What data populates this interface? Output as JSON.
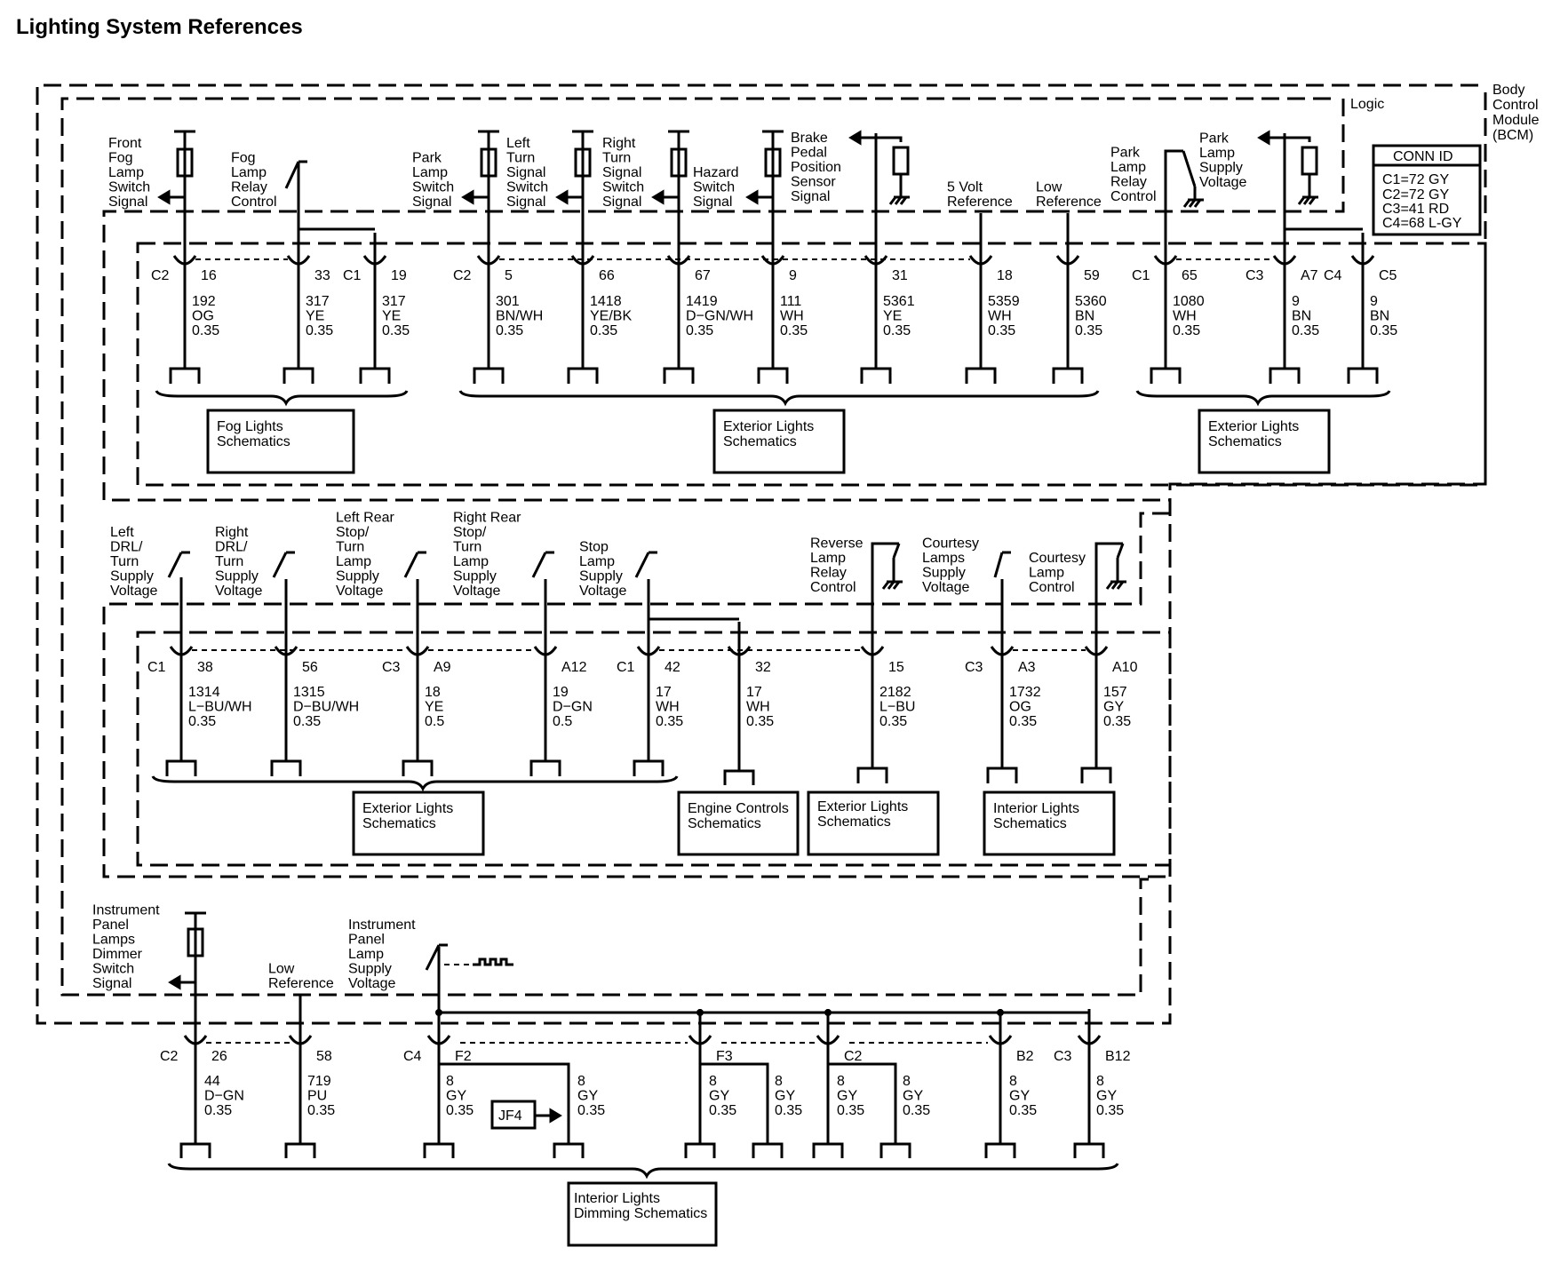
{
  "title": "Lighting System References",
  "module": {
    "label": [
      "Body",
      "Control",
      "Module",
      "(BCM)"
    ],
    "logic_label": "Logic"
  },
  "conn_id": {
    "title": "CONN ID",
    "lines": [
      "C1=72 GY",
      "C2=72 GY",
      "C3=41 RD",
      "C4=68 L-GY"
    ]
  },
  "section1": {
    "signals": [
      [
        "Front",
        "Fog",
        "Lamp",
        "Switch",
        "Signal"
      ],
      [
        "Fog",
        "Lamp",
        "Relay",
        "Control"
      ],
      [
        "Park",
        "Lamp",
        "Switch",
        "Signal"
      ],
      [
        "Left",
        "Turn",
        "Signal",
        "Switch",
        "Signal"
      ],
      [
        "Right",
        "Turn",
        "Signal",
        "Switch",
        "Signal"
      ],
      [
        "Hazard",
        "Switch",
        "Signal"
      ],
      [
        "Brake",
        "Pedal",
        "Position",
        "Sensor",
        "Signal"
      ],
      [
        "5 Volt",
        "Reference"
      ],
      [
        "Low",
        "Reference"
      ],
      [
        "Park",
        "Lamp",
        "Relay",
        "Control"
      ],
      [
        "Park",
        "Lamp",
        "Supply",
        "Voltage"
      ]
    ],
    "connectors": [
      "C2",
      "C1",
      "C2",
      "C1",
      "C3",
      "C4"
    ],
    "pins": [
      "16",
      "33",
      "19",
      "5",
      "66",
      "67",
      "9",
      "31",
      "18",
      "59",
      "65",
      "A7",
      "C5"
    ],
    "wires": [
      [
        "192",
        "OG",
        "0.35"
      ],
      [
        "317",
        "YE",
        "0.35"
      ],
      [
        "317",
        "YE",
        "0.35"
      ],
      [
        "301",
        "BN/WH",
        "0.35"
      ],
      [
        "1418",
        "YE/BK",
        "0.35"
      ],
      [
        "1419",
        "D−GN/WH",
        "0.35"
      ],
      [
        "111",
        "WH",
        "0.35"
      ],
      [
        "5361",
        "YE",
        "0.35"
      ],
      [
        "5359",
        "WH",
        "0.35"
      ],
      [
        "5360",
        "BN",
        "0.35"
      ],
      [
        "1080",
        "WH",
        "0.35"
      ],
      [
        "9",
        "BN",
        "0.35"
      ],
      [
        "9",
        "BN",
        "0.35"
      ]
    ],
    "boxes": [
      [
        "Fog Lights",
        "Schematics"
      ],
      [
        "Exterior Lights",
        "Schematics"
      ],
      [
        "Exterior Lights",
        "Schematics"
      ]
    ]
  },
  "section2": {
    "signals": [
      [
        "Left",
        "DRL/",
        "Turn",
        "Supply",
        "Voltage"
      ],
      [
        "Right",
        "DRL/",
        "Turn",
        "Supply",
        "Voltage"
      ],
      [
        "Left Rear",
        "Stop/",
        "Turn",
        "Lamp",
        "Supply",
        "Voltage"
      ],
      [
        "Right Rear",
        "Stop/",
        "Turn",
        "Lamp",
        "Supply",
        "Voltage"
      ],
      [
        "Stop",
        "Lamp",
        "Supply",
        "Voltage"
      ],
      [
        "Reverse",
        "Lamp",
        "Relay",
        "Control"
      ],
      [
        "Courtesy",
        "Lamps",
        "Supply",
        "Voltage"
      ],
      [
        "Courtesy",
        "Lamp",
        "Control"
      ]
    ],
    "connectors": [
      "C1",
      "C3",
      "C1",
      "C3"
    ],
    "pins": [
      "38",
      "56",
      "A9",
      "A12",
      "42",
      "32",
      "15",
      "A3",
      "A10"
    ],
    "wires": [
      [
        "1314",
        "L−BU/WH",
        "0.35"
      ],
      [
        "1315",
        "D−BU/WH",
        "0.35"
      ],
      [
        "18",
        "YE",
        "0.5"
      ],
      [
        "19",
        "D−GN",
        "0.5"
      ],
      [
        "17",
        "WH",
        "0.35"
      ],
      [
        "17",
        "WH",
        "0.35"
      ],
      [
        "2182",
        "L−BU",
        "0.35"
      ],
      [
        "1732",
        "OG",
        "0.35"
      ],
      [
        "157",
        "GY",
        "0.35"
      ]
    ],
    "boxes": [
      [
        "Exterior Lights",
        "Schematics"
      ],
      [
        "Engine Controls",
        "Schematics"
      ],
      [
        "Exterior Lights",
        "Schematics"
      ],
      [
        "Interior Lights",
        "Schematics"
      ]
    ]
  },
  "section3": {
    "signals": [
      [
        "Instrument",
        "Panel",
        "Lamps",
        "Dimmer",
        "Switch",
        "Signal"
      ],
      [
        "Low",
        "Reference"
      ],
      [
        "Instrument",
        "Panel",
        "Lamp",
        "Supply",
        "Voltage"
      ]
    ],
    "connectors": [
      "C2",
      "C4",
      "C3"
    ],
    "pins": [
      "26",
      "58",
      "F2",
      "F3",
      "C2",
      "B2",
      "B12"
    ],
    "wires": [
      [
        "44",
        "D−GN",
        "0.35"
      ],
      [
        "719",
        "PU",
        "0.35"
      ],
      [
        "8",
        "GY",
        "0.35"
      ],
      [
        "8",
        "GY",
        "0.35"
      ],
      [
        "8",
        "GY",
        "0.35"
      ],
      [
        "8",
        "GY",
        "0.35"
      ],
      [
        "8",
        "GY",
        "0.35"
      ],
      [
        "8",
        "GY",
        "0.35"
      ],
      [
        "8",
        "GY",
        "0.35"
      ],
      [
        "8",
        "GY",
        "0.35"
      ]
    ],
    "splice": "JF4",
    "box": [
      "Interior Lights",
      "Dimming Schematics"
    ]
  }
}
